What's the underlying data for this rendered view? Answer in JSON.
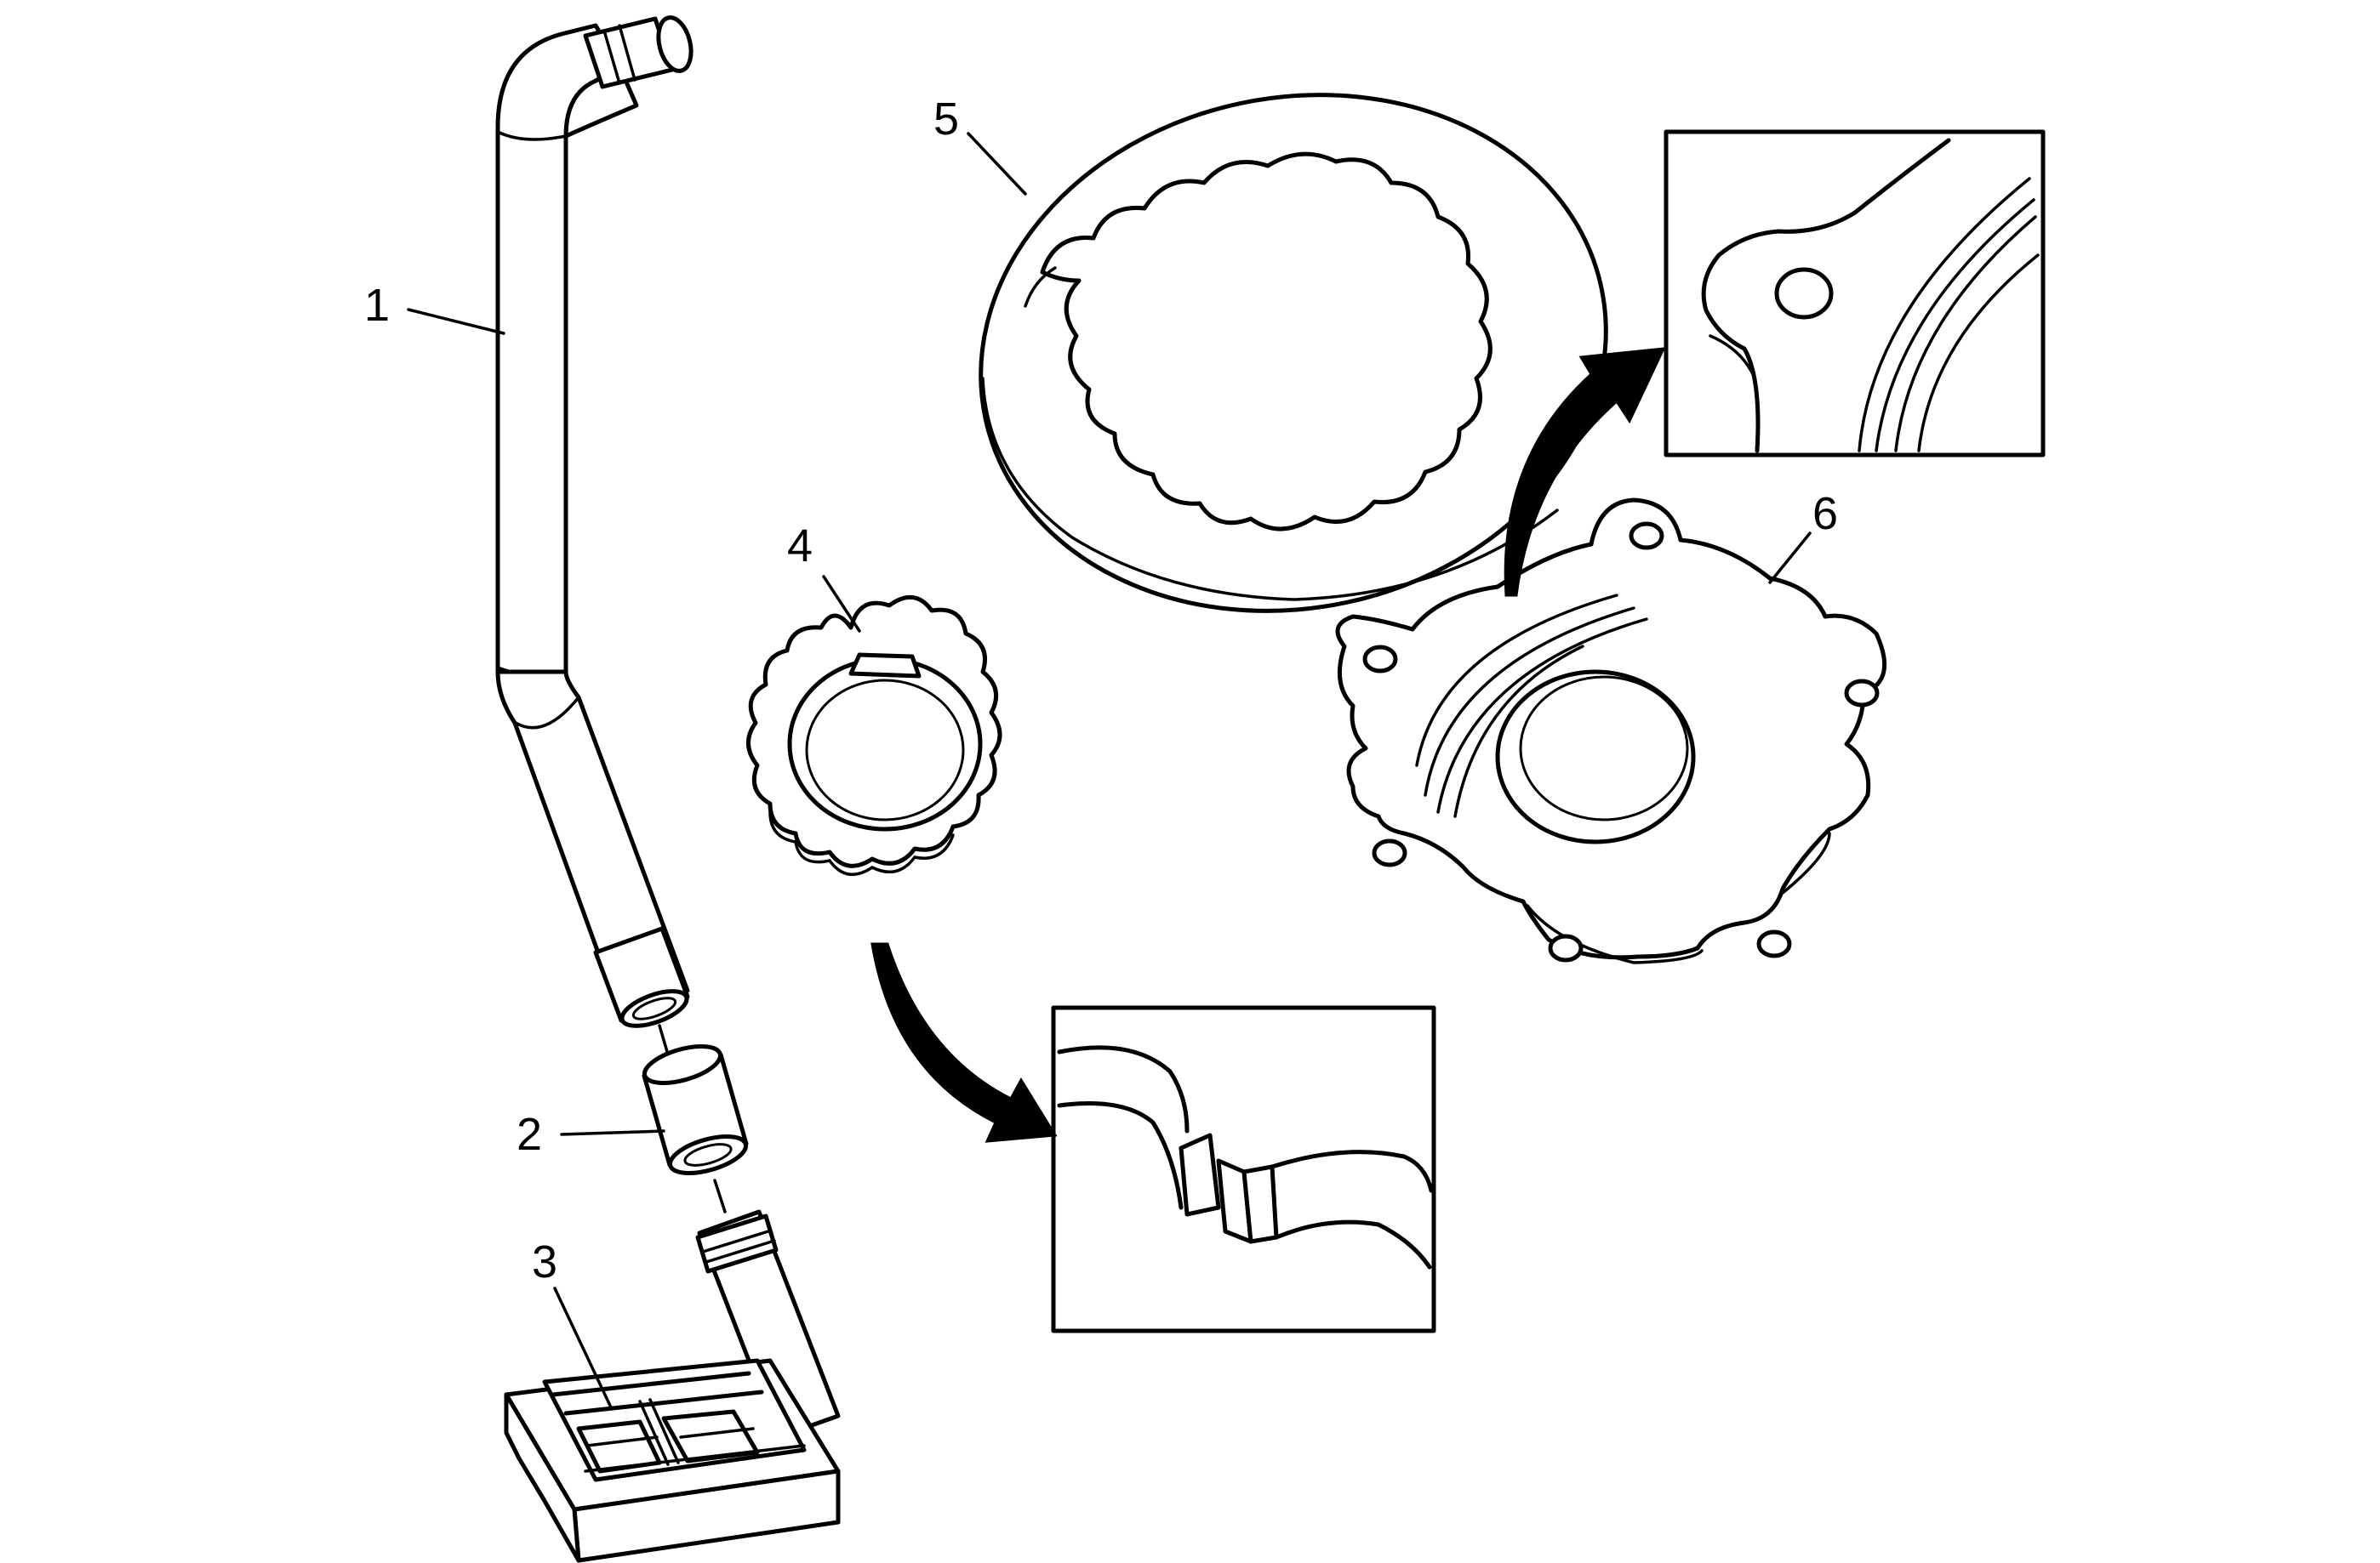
{
  "callouts": [
    {
      "label": "1",
      "part": "pickup-tube"
    },
    {
      "label": "2",
      "part": "coupling-sleeve"
    },
    {
      "label": "3",
      "part": "pickup-screen"
    },
    {
      "label": "4",
      "part": "inner-gear"
    },
    {
      "label": "5",
      "part": "outer-gear"
    },
    {
      "label": "6",
      "part": "pump-cover"
    }
  ],
  "detail_views": [
    {
      "subject": "pump-cover-edge",
      "from_callout": "6"
    },
    {
      "subject": "inner-gear-tooth",
      "from_callout": "4"
    }
  ],
  "colors": {
    "line": "#000000",
    "background": "#ffffff",
    "arrow": "#000000"
  }
}
